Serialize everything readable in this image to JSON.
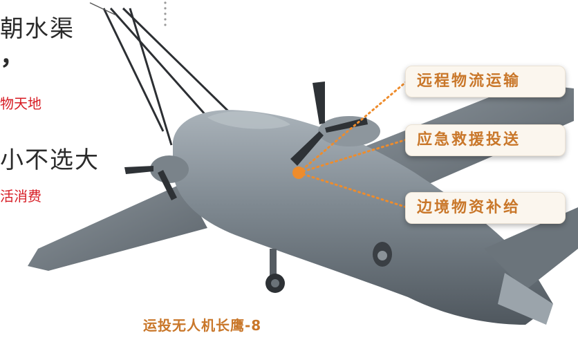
{
  "text": {
    "headline_1": "朝水渠",
    "comma": "，",
    "red_line_1": "物天地",
    "headline_2": "小不选大",
    "red_line_2": "活消费",
    "caption": "运投无人机长鹰-8"
  },
  "tags": {
    "tag_1": "远程物流运输",
    "tag_2": "应急救援投送",
    "tag_3": "边境物资补给"
  },
  "colors": {
    "accent_orange": "#ee8c2c",
    "caption_brown": "#c9772a",
    "red_text": "#d71c24",
    "plane_gray": "#77818a"
  }
}
